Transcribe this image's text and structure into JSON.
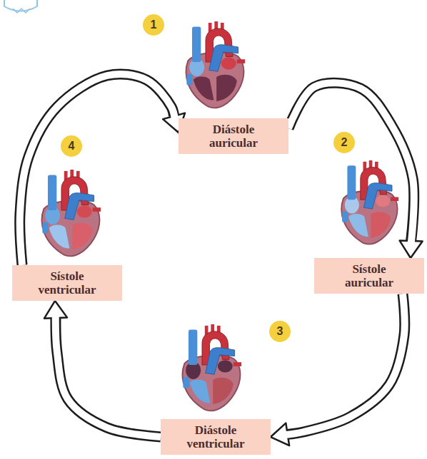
{
  "diagram": {
    "nodes": [
      {
        "text": [
          "Diástole auricular"
        ]
      },
      {
        "text": [
          "Sístole auricular"
        ]
      },
      {
        "text": [
          "Diástole ventricular"
        ]
      },
      {
        "text": [
          "Sístole ventricular"
        ]
      }
    ],
    "edges": [
      {
        "from": 0,
        "to": 1,
        "arrow": "to"
      },
      {
        "from": 1,
        "to": 2,
        "arrow": "to"
      },
      {
        "from": 2,
        "to": 3,
        "arrow": "to"
      },
      {
        "from": 3,
        "to": 0,
        "arrow": "to"
      }
    ],
    "labels": [
      "1",
      "2",
      "3",
      "4"
    ]
  }
}
